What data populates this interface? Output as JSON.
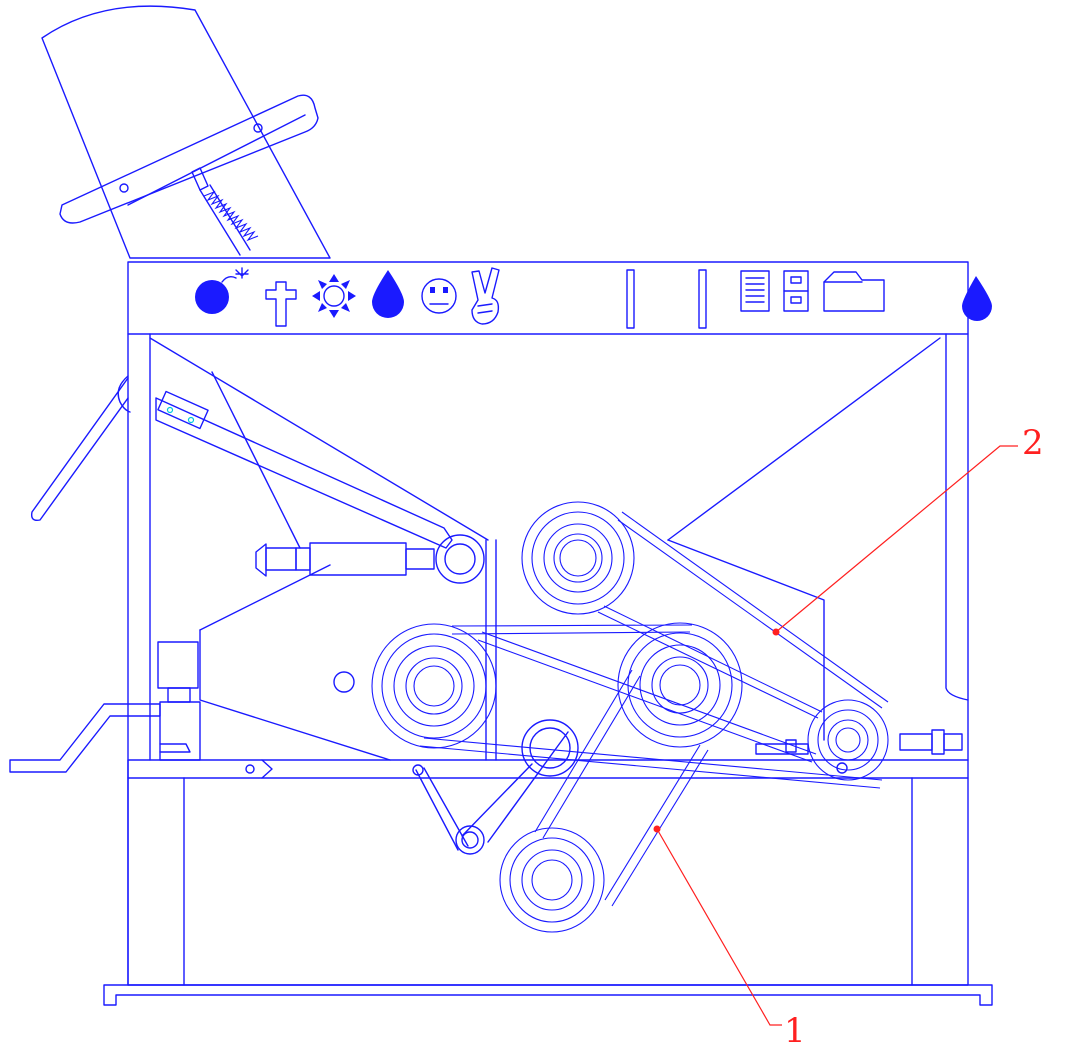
{
  "callouts": [
    {
      "label": "1"
    },
    {
      "label": "2"
    }
  ],
  "colors": {
    "line": "#1a1aff",
    "callout": "#ff2020",
    "accent": "#00c8e0",
    "background": "#ffffff"
  },
  "icons": [
    "bomb-icon",
    "cross-icon",
    "sun-icon",
    "drop-icon",
    "neutral-face-icon",
    "victory-hand-icon",
    "document-icon",
    "file-cabinet-icon",
    "folder-icon",
    "drop-icon-right"
  ]
}
